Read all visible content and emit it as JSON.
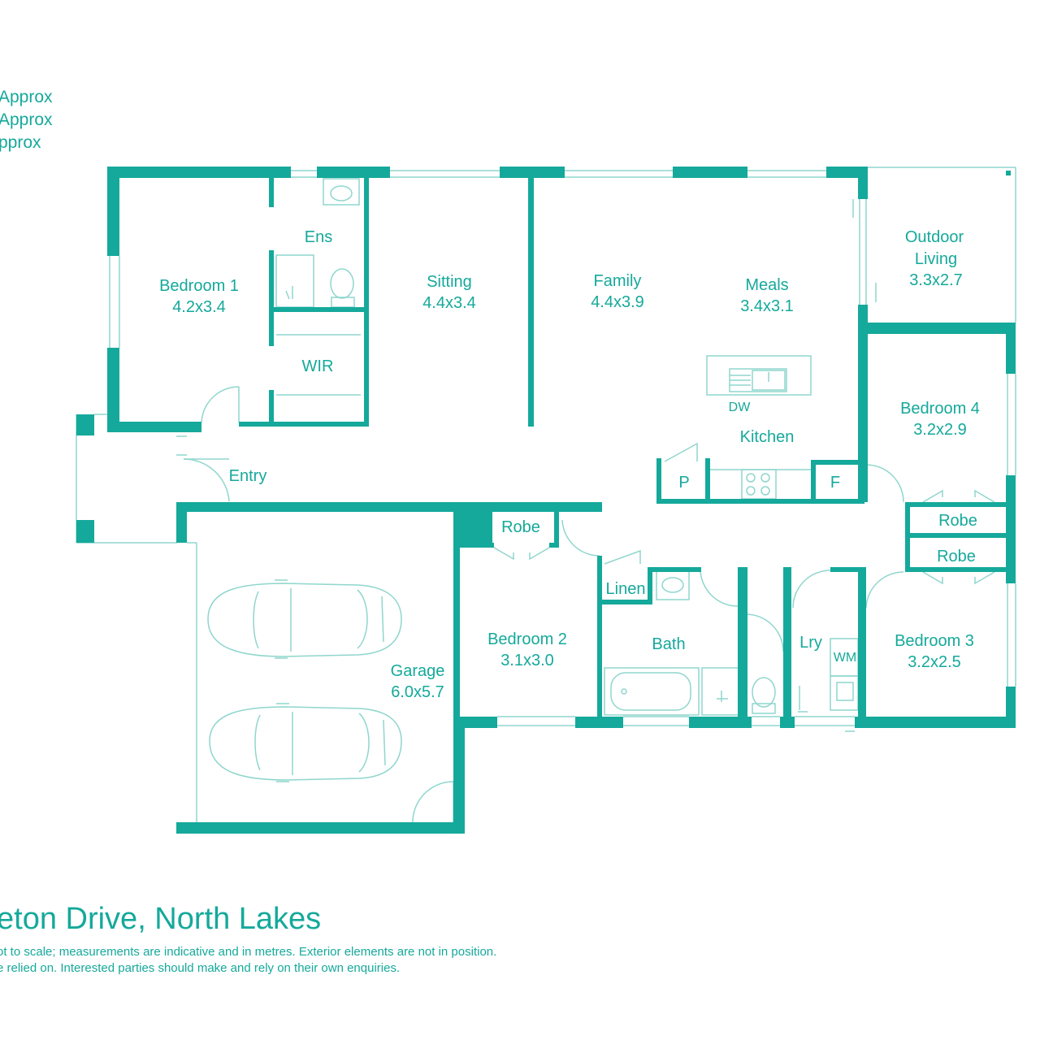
{
  "approx_lines": [
    "Approx",
    "Approx",
    "pprox"
  ],
  "rooms": {
    "bedroom1": {
      "name": "Bedroom 1",
      "size": "4.2x3.4"
    },
    "ens": {
      "name": "Ens"
    },
    "wir": {
      "name": "WIR"
    },
    "sitting": {
      "name": "Sitting",
      "size": "4.4x3.4"
    },
    "family": {
      "name": "Family",
      "size": "4.4x3.9"
    },
    "meals": {
      "name": "Meals",
      "size": "3.4x3.1"
    },
    "outdoor": {
      "name1": "Outdoor",
      "name2": "Living",
      "size": "3.3x2.7"
    },
    "kitchen": {
      "name": "Kitchen",
      "dw": "DW",
      "p": "P",
      "f": "F"
    },
    "entry": {
      "name": "Entry"
    },
    "bedroom4": {
      "name": "Bedroom 4",
      "size": "3.2x2.9"
    },
    "robe_a": {
      "name": "Robe"
    },
    "robe_b": {
      "name": "Robe"
    },
    "robe_c": {
      "name": "Robe"
    },
    "garage": {
      "name": "Garage",
      "size": "6.0x5.7"
    },
    "bedroom2": {
      "name": "Bedroom 2",
      "size": "3.1x3.0"
    },
    "linen": {
      "name": "Linen"
    },
    "bath": {
      "name": "Bath"
    },
    "lry": {
      "name": "Lry",
      "wm": "WM"
    },
    "bedroom3": {
      "name": "Bedroom 3",
      "size": "3.2x2.5"
    }
  },
  "address": "eton Drive, North Lakes",
  "disclaimer": [
    "ot to scale; measurements are indicative and in metres. Exterior elements are not in position.",
    "e relied on. Interested parties should make and rely on their own enquiries."
  ],
  "colors": {
    "wall": "#15a99b",
    "line": "#8fd6cd"
  }
}
